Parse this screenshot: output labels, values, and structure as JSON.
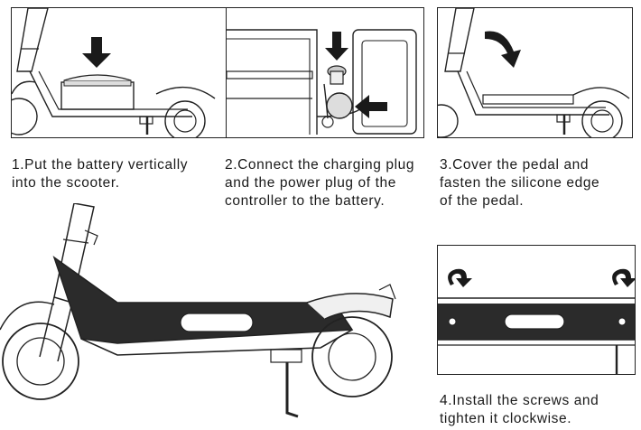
{
  "steps": [
    {
      "caption": "1.Put the battery vertically\ninto the scooter."
    },
    {
      "caption": "2.Connect the charging plug\nand the power plug of the\ncontroller to the battery."
    },
    {
      "caption": "3.Cover the pedal and\nfasten the silicone edge\nof the pedal."
    },
    {
      "caption": "4.Install the screws and\ntighten it clockwise."
    }
  ],
  "colors": {
    "line": "#222222",
    "deck": "#2b2b2b",
    "arrow": "#1a1a1a"
  }
}
